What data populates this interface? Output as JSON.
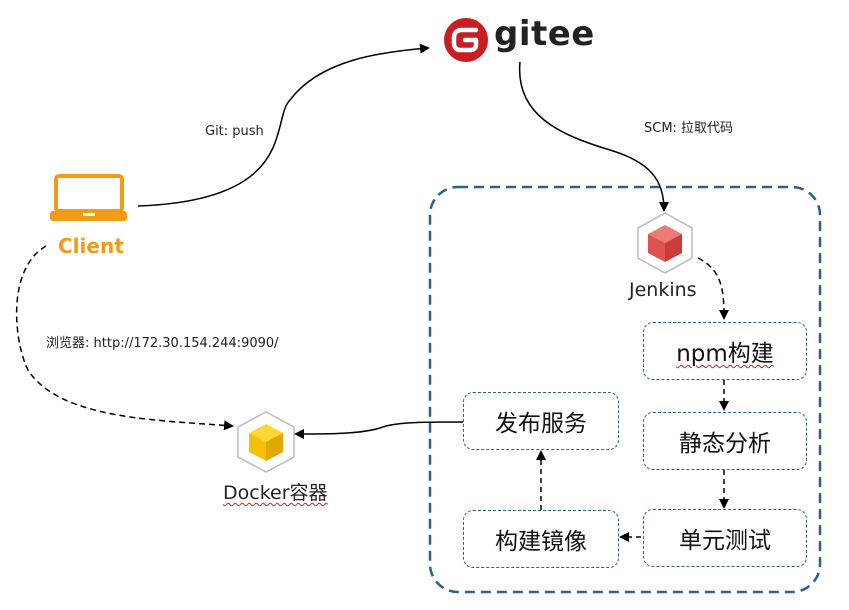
{
  "gitee": {
    "name": "gitee"
  },
  "client": {
    "name": "Client"
  },
  "jenkins": {
    "name": "Jenkins"
  },
  "docker": {
    "name": "Docker容器"
  },
  "edges": {
    "git_push": "Git: push",
    "scm": "SCM: 拉取代码",
    "browser": "浏览器: http://172.30.154.244:9090/"
  },
  "pipeline": {
    "npm_build": "npm构建",
    "static_analysis": "静态分析",
    "unit_test": "单元测试",
    "build_image": "构建镜像",
    "publish_service": "发布服务"
  },
  "colors": {
    "gitee_red": "#c71d23",
    "client_orange": "#f59a14",
    "jenkins_red": "#e0524e",
    "docker_yellow": "#f5c000",
    "border_blue": "#2e5f8a"
  },
  "icons": {
    "gitee": "gitee-logo",
    "client": "laptop-icon",
    "jenkins": "cube-icon",
    "docker": "cube-icon"
  }
}
